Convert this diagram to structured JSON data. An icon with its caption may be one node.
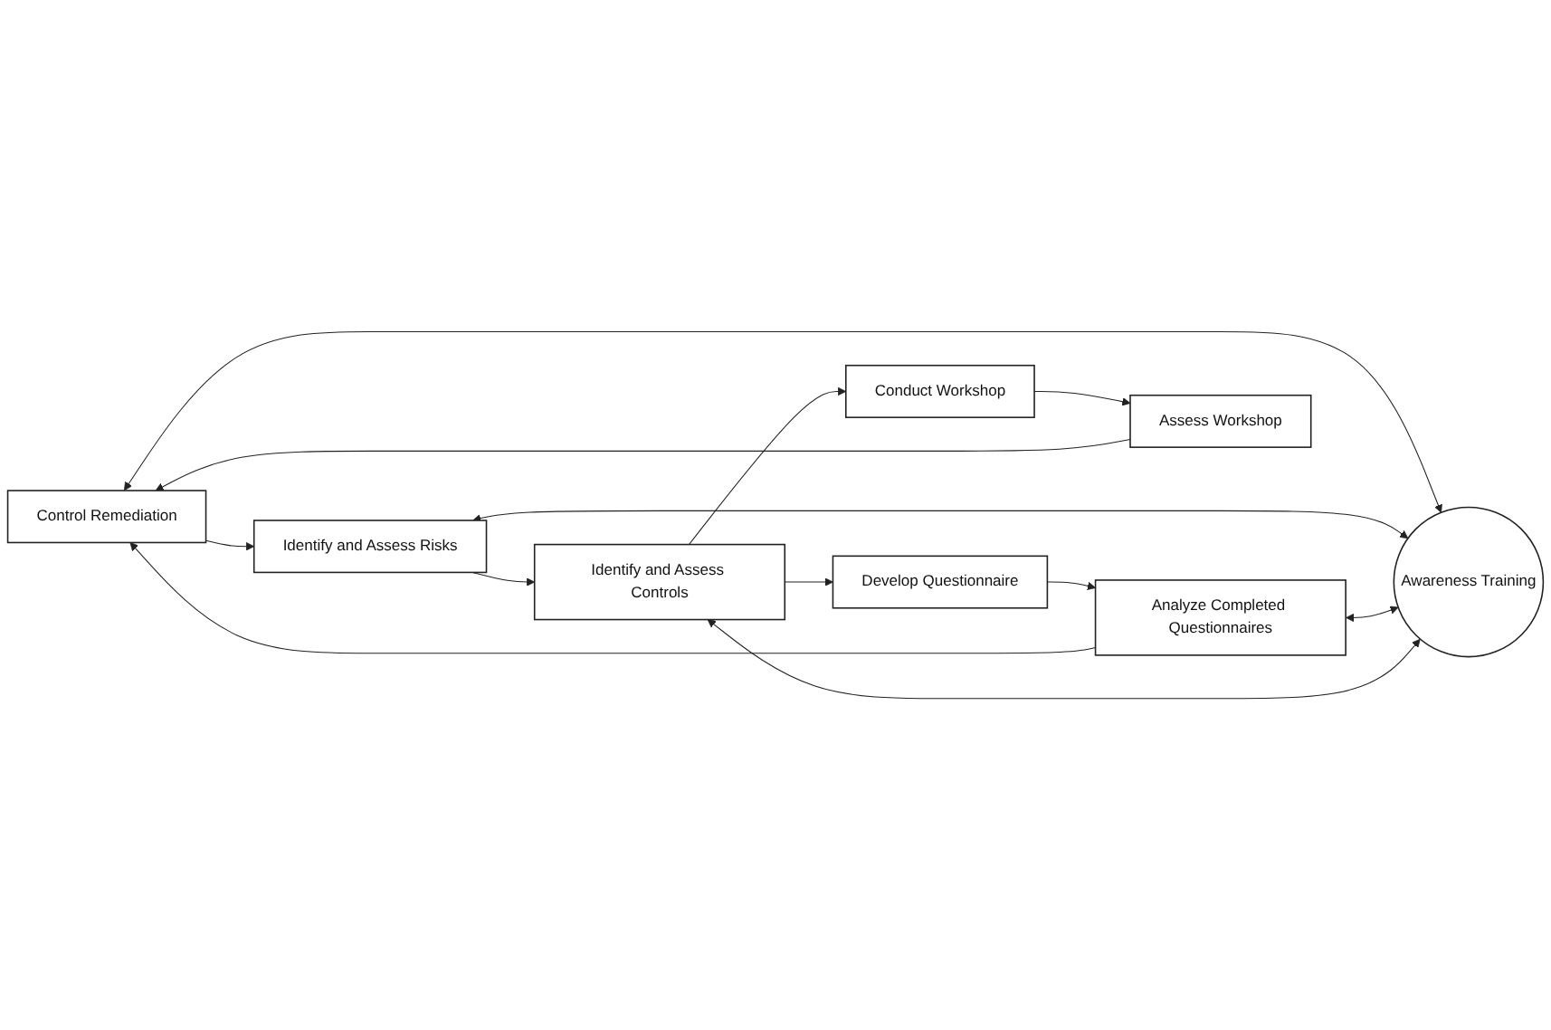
{
  "diagram": {
    "nodes": [
      {
        "text": [
          "Control Remediation"
        ]
      },
      {
        "text": [
          "Identify and Assess Risks"
        ]
      },
      {
        "text": [
          "Awareness Training"
        ]
      },
      {
        "text": [
          "Identify and Assess Controls"
        ]
      },
      {
        "text": [
          "Analyze Completed Questionnaires"
        ]
      },
      {
        "text": [
          "Assess Workshop"
        ]
      },
      {
        "text": [
          "Develop Questionnaire"
        ]
      },
      {
        "text": [
          "Conduct Workshop"
        ]
      }
    ],
    "edges": [
      {
        "from": 0,
        "to": 1,
        "arrow": "to"
      },
      {
        "from": 1,
        "to": 3,
        "arrow": "to"
      },
      {
        "from": 3,
        "to": 6,
        "arrow": "to"
      },
      {
        "from": 3,
        "to": 7,
        "arrow": "to"
      },
      {
        "from": 6,
        "to": 4,
        "arrow": "to"
      },
      {
        "from": 7,
        "to": 5,
        "arrow": "to"
      },
      {
        "from": 5,
        "to": 0,
        "arrow": "to"
      },
      {
        "from": 4,
        "to": 0,
        "arrow": "to"
      },
      {
        "from": 0,
        "to": 2,
        "arrow": "both"
      },
      {
        "from": 1,
        "to": 2,
        "arrow": "both"
      },
      {
        "from": 2,
        "to": 3,
        "arrow": "both"
      },
      {
        "from": 4,
        "to": 2,
        "arrow": "both"
      }
    ]
  }
}
